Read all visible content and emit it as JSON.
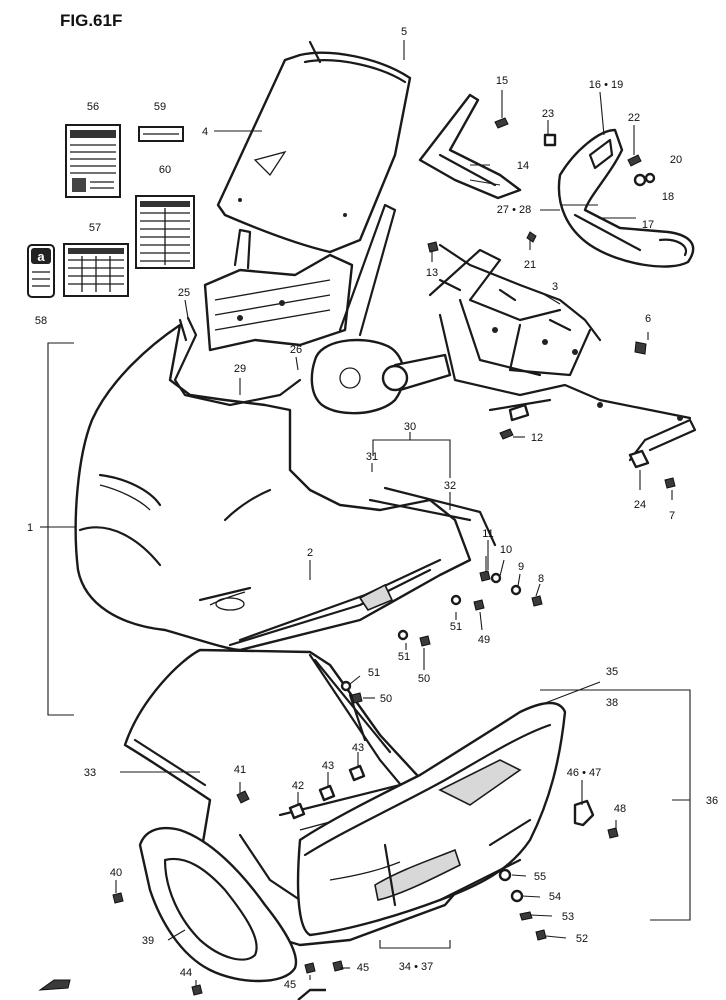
{
  "figure_title": "FIG.61F",
  "callouts": {
    "c1": "1",
    "c2": "2",
    "c3": "3",
    "c4": "4",
    "c5": "5",
    "c6": "6",
    "c7": "7",
    "c8": "8",
    "c9": "9",
    "c10": "10",
    "c11": "11",
    "c12": "12",
    "c13": "13",
    "c14": "14",
    "c16_19": "16 • 19",
    "c17": "17",
    "c18": "18",
    "c20": "20",
    "c21": "21",
    "c22": "22",
    "c23": "23",
    "c24": "24",
    "c25": "25",
    "c26": "26",
    "c27_28": "27 • 28",
    "c29": "29",
    "c30": "30",
    "c31": "31",
    "c32": "32",
    "c33": "33",
    "c34_37": "34 • 37",
    "c35": "35",
    "c36": "36",
    "c38": "38",
    "c39": "39",
    "c40": "40",
    "c41": "41",
    "c42": "42",
    "c43a": "43",
    "c43b": "43",
    "c44": "44",
    "c45a": "45",
    "c45b": "45",
    "c46_47": "46 • 47",
    "c48": "48",
    "c49": "49",
    "c50a": "50",
    "c50b": "50",
    "c51a": "51",
    "c51b": "51",
    "c51c": "51",
    "c52": "52",
    "c53": "53",
    "c54": "54",
    "c55": "55",
    "c56": "56",
    "c57": "57",
    "c58": "58",
    "c59": "59",
    "c60": "60",
    "c15": "15"
  },
  "label_badge": "a"
}
